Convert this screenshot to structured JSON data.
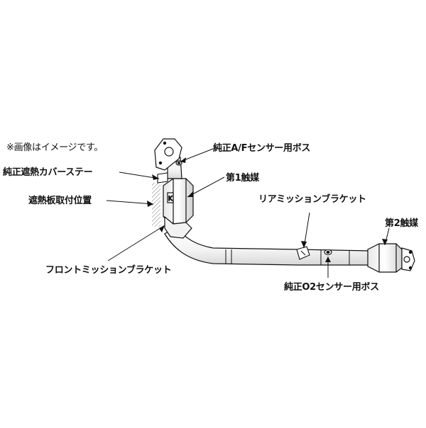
{
  "note": "※画像はイメージです。",
  "labels": {
    "af_sensor_boss": "純正A/Fセンサー用ボス",
    "heat_cover_stay": "純正遮熱カバーステー",
    "cat1": "第1触媒",
    "heat_plate_pos": "遮熱板取付位置",
    "rear_mission_bracket": "リアミッションブラケット",
    "cat2": "第2触媒",
    "front_mission_bracket": "フロントミッションブラケット",
    "o2_sensor_boss": "純正O2センサー用ボス"
  },
  "colors": {
    "line": "#111111",
    "pipe": "#ffffff",
    "hatch": "#888888"
  }
}
